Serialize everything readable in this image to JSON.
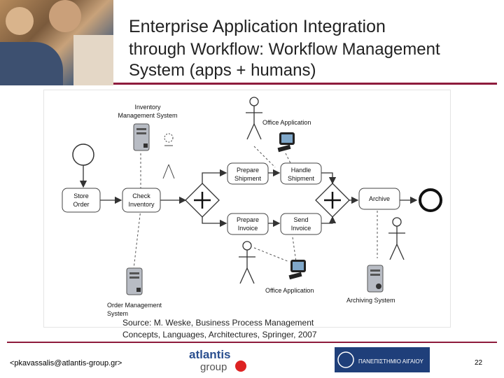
{
  "slide": {
    "title_line1": "Enterprise Application Integration",
    "title_line2": "through Workflow: Workflow Management",
    "title_line3": "System (apps + humans)",
    "source_line1": "Source: M. Weske, Business Process Management",
    "source_line2": "Concepts, Languages, Architectures, Springer, 2007",
    "email": "<pkavassalis@atlantis-group.gr>",
    "page_number": "22",
    "accent_color": "#8e1b3c"
  },
  "logos": {
    "atlantis_line1": "atlantis",
    "atlantis_line2": "group",
    "university_label": "ΠΑΝΕΠΙΣΤΗΜΙΟ ΑΙΓΑΙΟΥ"
  },
  "diagram": {
    "inventory_system_line1": "Inventory",
    "inventory_system_line2": "Management System",
    "office_application_top": "Office Application",
    "office_application_bottom": "Office Application",
    "store_order_line1": "Store",
    "store_order_line2": "Order",
    "check_inventory_line1": "Check",
    "check_inventory_line2": "Inventory",
    "prepare_shipment_line1": "Prepare",
    "prepare_shipment_line2": "Shipment",
    "handle_shipment_line1": "Handle",
    "handle_shipment_line2": "Shipment",
    "prepare_invoice_line1": "Prepare",
    "prepare_invoice_line2": "Invoice",
    "send_invoice_line1": "Send",
    "send_invoice_line2": "Invoice",
    "archive": "Archive",
    "archiving_system": "Archiving System",
    "order_system_line1": "Order Management",
    "order_system_line2": "System"
  }
}
